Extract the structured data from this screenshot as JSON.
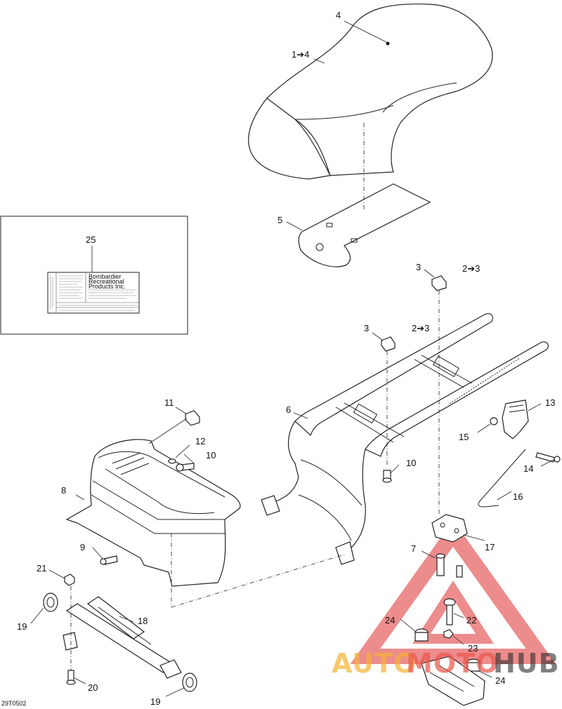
{
  "diagram_code": "29T0502",
  "callouts": [
    {
      "id": "c4",
      "text": "4"
    },
    {
      "id": "c1-4",
      "text": "1➔4"
    },
    {
      "id": "c5",
      "text": "5"
    },
    {
      "id": "c25",
      "text": "25"
    },
    {
      "id": "c3a",
      "text": "3"
    },
    {
      "id": "c2-3a",
      "text": "2➔3"
    },
    {
      "id": "c3b",
      "text": "3"
    },
    {
      "id": "c2-3b",
      "text": "2➔3"
    },
    {
      "id": "c6",
      "text": "6"
    },
    {
      "id": "c11",
      "text": "11"
    },
    {
      "id": "c12",
      "text": "12"
    },
    {
      "id": "c10a",
      "text": "10"
    },
    {
      "id": "c10b",
      "text": "10"
    },
    {
      "id": "c13",
      "text": "13"
    },
    {
      "id": "c15",
      "text": "15"
    },
    {
      "id": "c14",
      "text": "14"
    },
    {
      "id": "c16",
      "text": "16"
    },
    {
      "id": "c8",
      "text": "8"
    },
    {
      "id": "c9",
      "text": "9"
    },
    {
      "id": "c17",
      "text": "17"
    },
    {
      "id": "c7",
      "text": "7"
    },
    {
      "id": "c21",
      "text": "21"
    },
    {
      "id": "c18",
      "text": "18"
    },
    {
      "id": "c19a",
      "text": "19"
    },
    {
      "id": "c22",
      "text": "22"
    },
    {
      "id": "c24a",
      "text": "24"
    },
    {
      "id": "c23",
      "text": "23"
    },
    {
      "id": "c20",
      "text": "20"
    },
    {
      "id": "c24b",
      "text": "24"
    },
    {
      "id": "c19b",
      "text": "19"
    }
  ],
  "label_sticker": {
    "right_lines": [
      "Bombardier",
      "Recreational",
      "Products Inc."
    ]
  },
  "watermark": {
    "part1": "AUTO",
    "part2": "MOTO",
    "part3": "HUB",
    "colors": {
      "triangle": "#e03030",
      "auto": "#f5b335",
      "moto": "#e9574a",
      "hub": "#2d2d2d"
    }
  }
}
